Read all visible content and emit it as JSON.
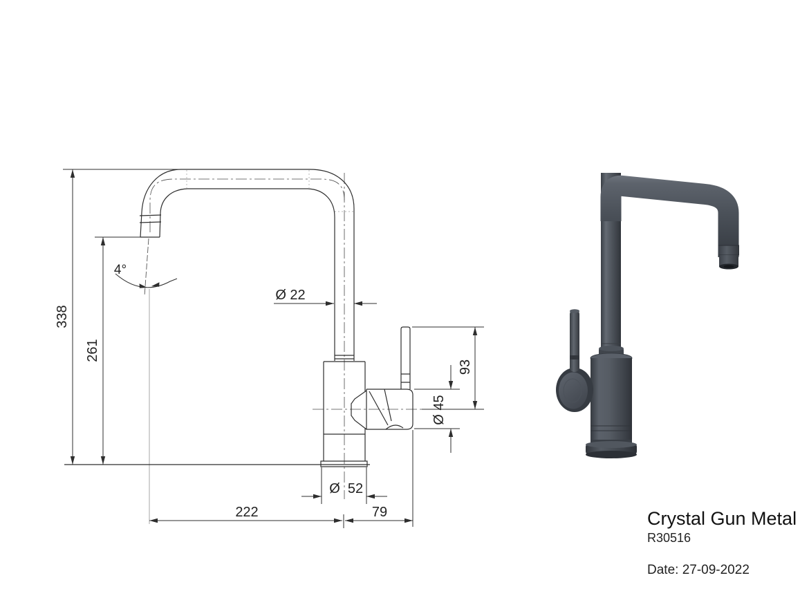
{
  "product": {
    "name": "Crystal Gun Metal",
    "code": "R30516",
    "date_text": "Date: 27-09-2022"
  },
  "drawing": {
    "dimensions": {
      "total_height": "338",
      "spout_height": "261",
      "spout_angle": "4°",
      "spout_diameter": "Ø 22",
      "lever_height": "93",
      "valve_diameter": "Ø 45",
      "base_diameter_symbol": "Ø",
      "base_diameter": "52",
      "spout_reach": "222",
      "rear_offset": "79"
    },
    "line_color": "#2d2d2d"
  },
  "render_colors": {
    "metal_dark": "#31353b",
    "metal_mid": "#4b5158",
    "metal_light": "#6d737c"
  }
}
